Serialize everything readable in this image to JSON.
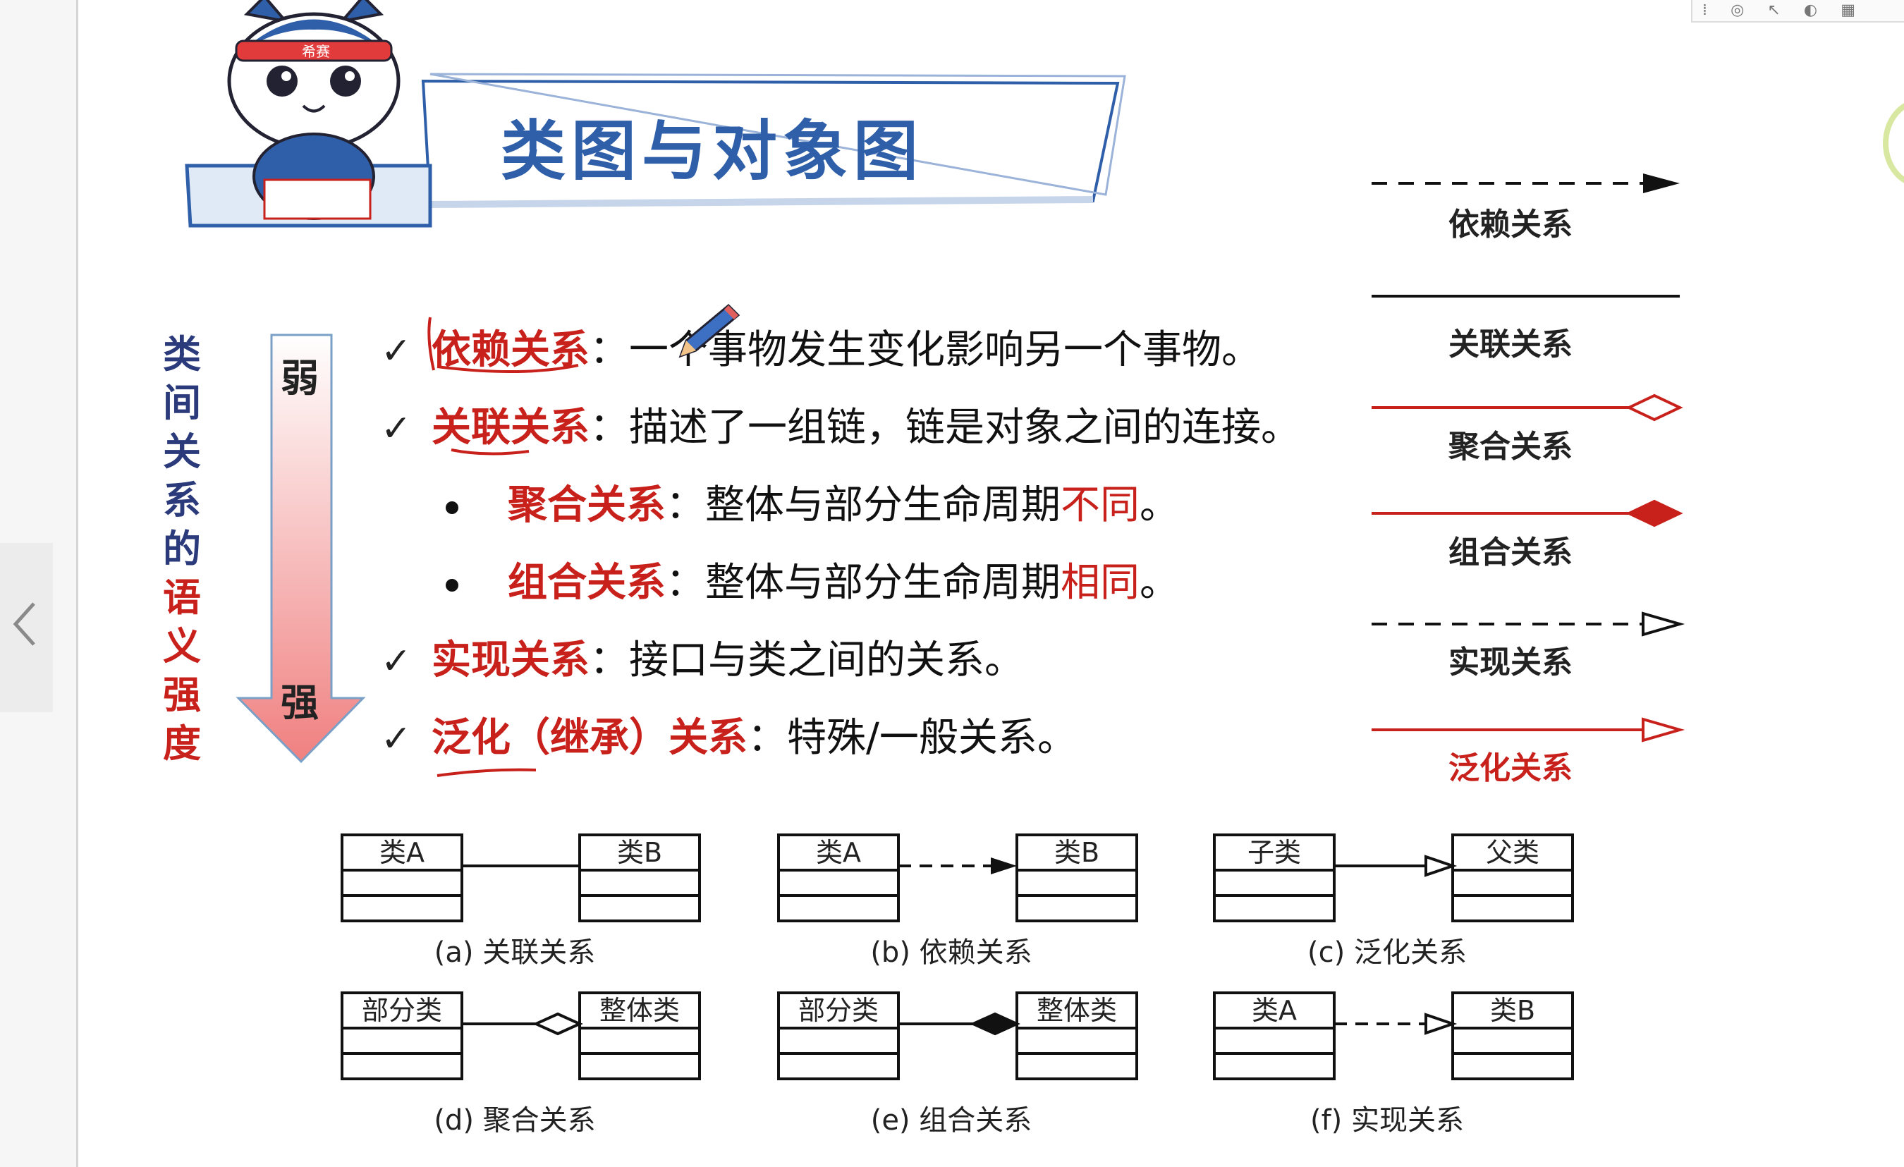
{
  "slide": {
    "title": "类图与对象图",
    "mascot_badge": "希赛",
    "vertical_label": [
      "类",
      "间",
      "关",
      "系",
      "的",
      "语",
      "义",
      "强",
      "度"
    ],
    "arrow_top": "弱",
    "arrow_bottom": "强",
    "bullets": [
      {
        "marker": "✓",
        "term": "依赖关系",
        "colon": "：",
        "desc": "一个事物发生变化影响另一个事物。"
      },
      {
        "marker": "✓",
        "term": "关联关系",
        "colon": "：",
        "desc": "描述了一组链，链是对象之间的连接。"
      },
      {
        "marker": "•",
        "term": "聚合关系",
        "colon": "：",
        "desc": "整体与部分生命周期",
        "emph": "不同",
        "end": "。"
      },
      {
        "marker": "•",
        "term": "组合关系",
        "colon": "：",
        "desc": "整体与部分生命周期",
        "emph": "相同",
        "end": "。"
      },
      {
        "marker": "✓",
        "term": "实现关系",
        "colon": "：",
        "desc": "接口与类之间的关系。"
      },
      {
        "marker": "✓",
        "term": "泛化（继承）关系",
        "colon": "：",
        "desc": "特殊/一般关系。"
      }
    ],
    "legend": [
      "依赖关系",
      "关联关系",
      "聚合关系",
      "组合关系",
      "实现关系",
      "泛化关系"
    ],
    "diagrams": [
      {
        "left": "类A",
        "right": "类B",
        "caption": "(a) 关联关系"
      },
      {
        "left": "类A",
        "right": "类B",
        "caption": "(b) 依赖关系"
      },
      {
        "left": "子类",
        "right": "父类",
        "caption": "(c) 泛化关系"
      },
      {
        "left": "部分类",
        "right": "整体类",
        "caption": "(d) 聚合关系"
      },
      {
        "left": "部分类",
        "right": "整体类",
        "caption": "(e) 组合关系"
      },
      {
        "left": "类A",
        "right": "类B",
        "caption": "(f) 实现关系"
      }
    ]
  },
  "colors": {
    "accent_red": "#c8201b",
    "title_blue": "#2f5fa8",
    "label_blue": "#2b3a7a",
    "arrow_pink": "#f08080"
  },
  "icons": [
    "chevron-left-icon",
    "checkmark-icon",
    "pencil-icon",
    "cat-mascot-icon"
  ]
}
